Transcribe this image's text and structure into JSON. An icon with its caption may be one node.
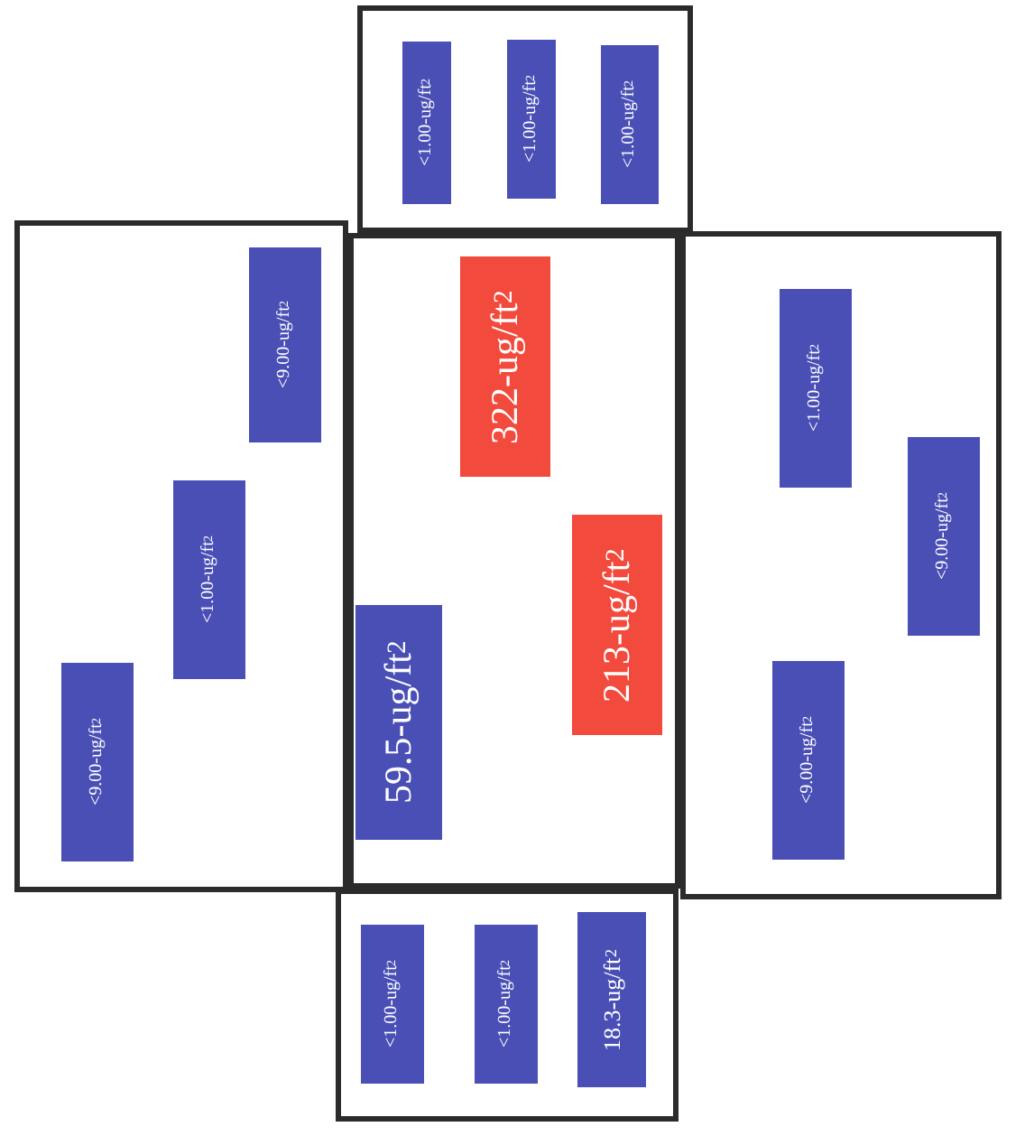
{
  "diagram": {
    "nodes": [
      {
        "text": [],
        "shape": "box"
      },
      {
        "text": [
          "<1.00-ug/ft$^{2}$"
        ],
        "in": 0
      },
      {
        "text": [
          "<1.00-ug/ft$^{2}$"
        ],
        "in": 0
      },
      {
        "text": [
          "<1.00-ug/ft$^{2}$"
        ],
        "in": 0
      },
      {
        "text": [],
        "shape": "box"
      },
      {
        "text": [
          "<9.00-ug/ft$^{2}$"
        ],
        "in": 4
      },
      {
        "text": [
          "<1.00-ug/ft$^{2}$"
        ],
        "in": 4
      },
      {
        "text": [
          "<9.00-ug/ft$^{2}$"
        ],
        "in": 4
      },
      {
        "text": [],
        "shape": "box"
      },
      {
        "text": [
          "322-ug/ft$^{2}$"
        ],
        "in": 8
      },
      {
        "text": [
          "213-ug/ft$^{2}$"
        ],
        "in": 8
      },
      {
        "text": [
          "59.5-ug/ft$^{2}$"
        ],
        "in": 8
      },
      {
        "text": [],
        "shape": "box"
      },
      {
        "text": [
          "<1.00-ug/ft$^{2}$"
        ],
        "in": 12
      },
      {
        "text": [
          "<9.00-ug/ft$^{2}$"
        ],
        "in": 12
      },
      {
        "text": [
          "<9.00-ug/ft$^{2}$"
        ],
        "in": 12
      },
      {
        "text": [],
        "shape": "box"
      },
      {
        "text": [
          "<1.00-ug/ft$^{2}$"
        ],
        "in": 16
      },
      {
        "text": [
          "<1.00-ug/ft$^{2}$"
        ],
        "in": 16
      },
      {
        "text": [
          "18.3-ug/ft$^{2}$"
        ],
        "in": 16
      }
    ],
    "edges": []
  }
}
